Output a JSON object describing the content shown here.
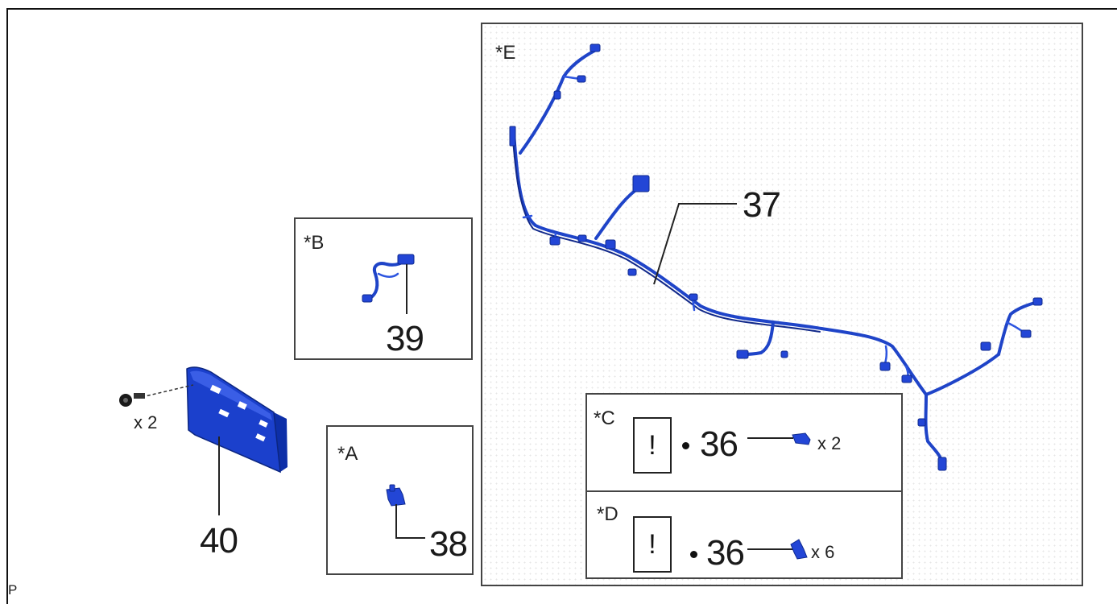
{
  "panels": {
    "E": {
      "label": "*E",
      "part_number": "37"
    },
    "B": {
      "label": "*B",
      "part_number": "39"
    },
    "A": {
      "label": "*A",
      "part_number": "38"
    },
    "C": {
      "label": "*C",
      "warning_symbol": "!",
      "part_number": "36",
      "quantity": "x 2"
    },
    "D": {
      "label": "*D",
      "warning_symbol": "!",
      "part_number": "36",
      "quantity": "x 6"
    }
  },
  "plate": {
    "part_number": "40",
    "bolt_quantity": "x 2"
  },
  "corner_mark": "P",
  "colors": {
    "part_blue": "#1f44c8",
    "part_dark": "#12298a",
    "line": "#222222"
  }
}
